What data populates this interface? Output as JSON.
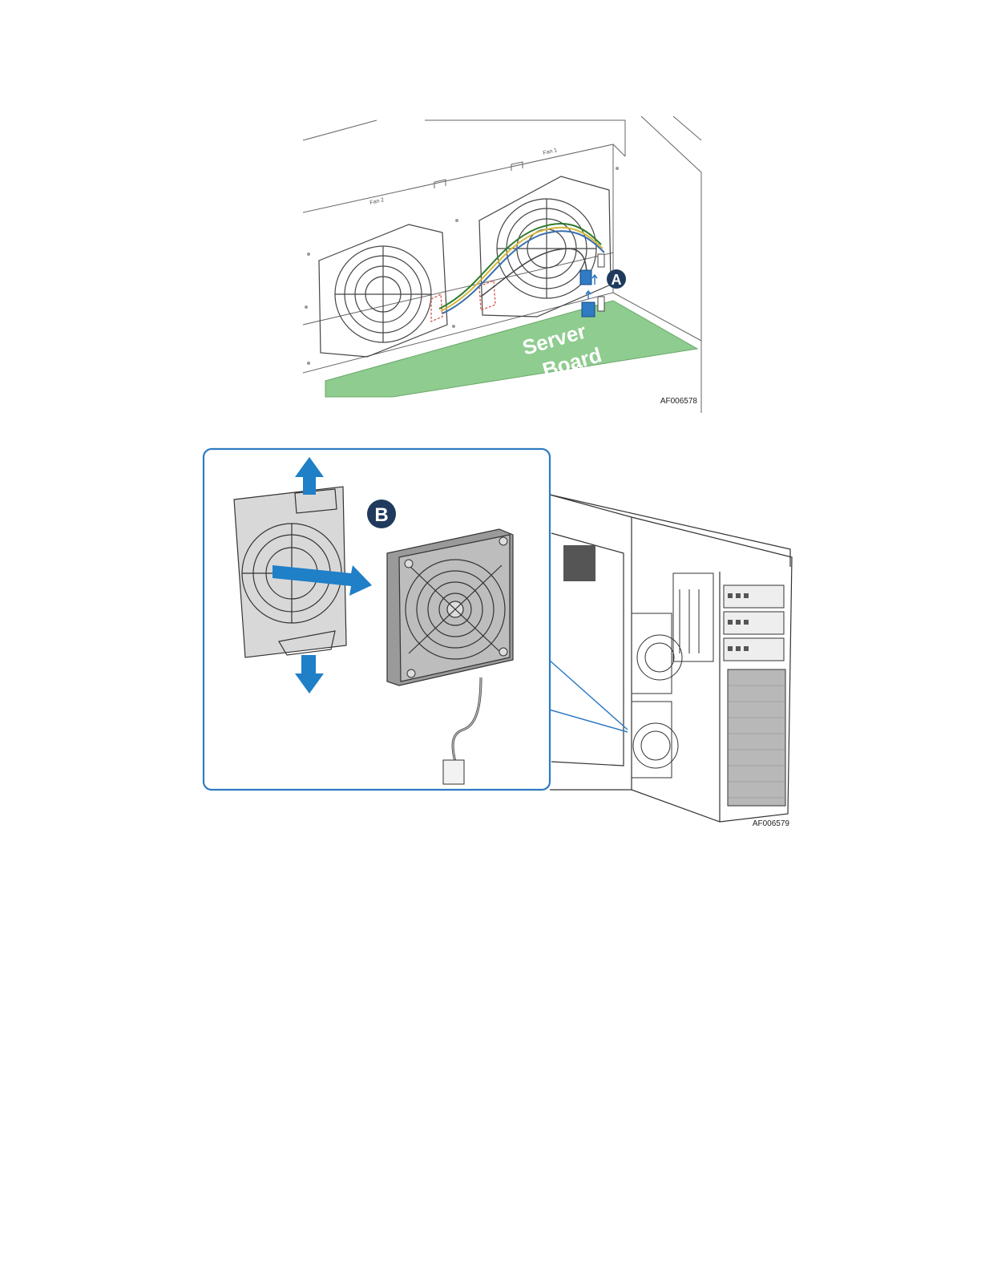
{
  "figure_a": {
    "id": "AF006578",
    "callout": "A",
    "board_label_line1": "Server",
    "board_label_line2": "Board",
    "fan_labels": [
      "Fan 2",
      "Fan 1"
    ],
    "colors": {
      "board": "#8fcc8f",
      "callout": "#1f3a5c",
      "connector": "#2f7bc4",
      "cut_marks": "#d04a3a"
    }
  },
  "figure_b": {
    "id": "AF006579",
    "callout": "B",
    "colors": {
      "inset_border": "#2f7bc4",
      "arrow": "#1f7fc7",
      "callout": "#1f3a5c",
      "fan_body": "#9a9a9a"
    }
  }
}
